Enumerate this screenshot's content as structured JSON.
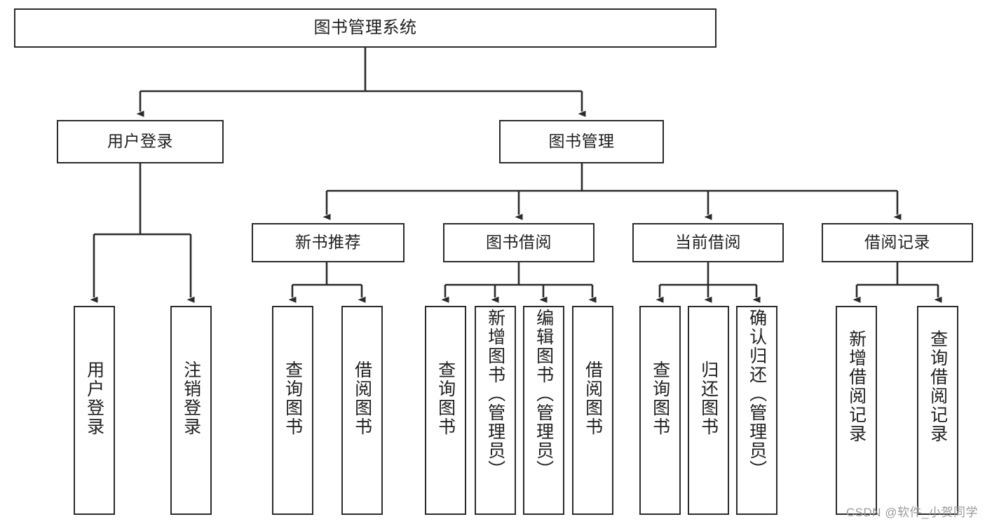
{
  "diagram": {
    "title": "图书管理系统",
    "type": "hierarchy-tree",
    "root": {
      "label": "图书管理系统"
    },
    "level2": [
      {
        "id": "user-login",
        "label": "用户登录"
      },
      {
        "id": "book-management",
        "label": "图书管理"
      }
    ],
    "level3": [
      {
        "id": "new-book-recommend",
        "label": "新书推荐",
        "parent": "book-management"
      },
      {
        "id": "book-borrow",
        "label": "图书借阅",
        "parent": "book-management"
      },
      {
        "id": "current-borrow",
        "label": "当前借阅",
        "parent": "book-management"
      },
      {
        "id": "borrow-record",
        "label": "借阅记录",
        "parent": "book-management"
      }
    ],
    "leaves": [
      {
        "id": "leaf-user-login",
        "label": "用户登录",
        "parent": "user-login"
      },
      {
        "id": "leaf-logout",
        "label": "注销登录",
        "parent": "user-login"
      },
      {
        "id": "leaf-query-book-1",
        "label": "查询图书",
        "parent": "new-book-recommend"
      },
      {
        "id": "leaf-borrow-book-1",
        "label": "借阅图书",
        "parent": "new-book-recommend"
      },
      {
        "id": "leaf-query-book-2",
        "label": "查询图书",
        "parent": "book-borrow"
      },
      {
        "id": "leaf-add-book",
        "label": "新增图书（管理员）",
        "parent": "book-borrow"
      },
      {
        "id": "leaf-edit-book",
        "label": "编辑图书（管理员）",
        "parent": "book-borrow"
      },
      {
        "id": "leaf-borrow-book-2",
        "label": "借阅图书",
        "parent": "book-borrow"
      },
      {
        "id": "leaf-query-book-3",
        "label": "查询图书",
        "parent": "current-borrow"
      },
      {
        "id": "leaf-return-book",
        "label": "归还图书",
        "parent": "current-borrow"
      },
      {
        "id": "leaf-confirm-return",
        "label": "确认归还（管理员）",
        "parent": "current-borrow"
      },
      {
        "id": "leaf-add-record",
        "label": "新增借阅记录",
        "parent": "borrow-record"
      },
      {
        "id": "leaf-query-record",
        "label": "查询借阅记录",
        "parent": "borrow-record"
      }
    ],
    "colors": {
      "stroke": "#2b2b2b",
      "fill": "#ffffff",
      "text": "#1f1f1f",
      "watermark": "#9a9a9a"
    }
  },
  "watermark": {
    "text": "CSDN @软件_小贺同学"
  }
}
